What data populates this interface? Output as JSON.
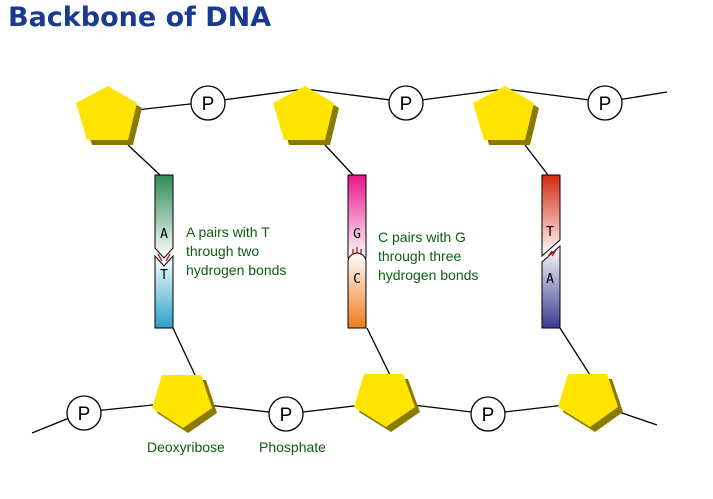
{
  "title": "Backbone of DNA",
  "phosphate_symbol": "P",
  "pairs": [
    {
      "top_base": "A",
      "bottom_base": "T",
      "note": [
        "A pairs with T",
        "through two",
        "hydrogen bonds"
      ]
    },
    {
      "top_base": "G",
      "bottom_base": "C",
      "note": [
        "C pairs with G",
        "through three",
        "hydrogen bonds"
      ]
    },
    {
      "top_base": "T",
      "bottom_base": "A",
      "note": []
    }
  ],
  "labels": {
    "sugar": "Deoxyribose",
    "phosphate": "Phosphate"
  },
  "colors": {
    "title": "#1a3a8f",
    "sugar": "#ffe400",
    "sugar_shadow": "#8a7a00",
    "text": "#0d5c12",
    "bond": "#c0201e",
    "base_A_top": "#2e8b57",
    "base_T_bottom": "#2aa0c8",
    "base_G_top": "#e8148c",
    "base_C_bottom": "#f07a1c",
    "base_T_top": "#d42a10",
    "base_A_bottom": "#3c3a90"
  }
}
